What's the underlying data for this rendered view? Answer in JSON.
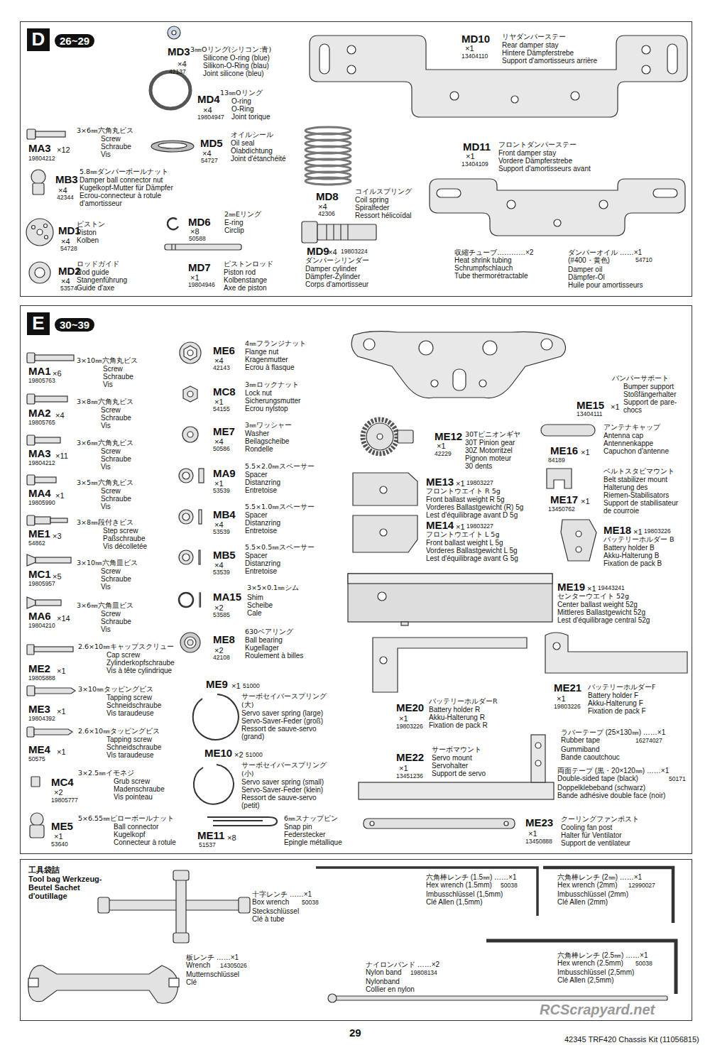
{
  "diagram": {
    "nodes": [
      {
        "text": [
          "D",
          "26~29"
        ]
      },
      {
        "text": [
          "E",
          "30~39"
        ]
      },
      {
        "text": [
          "工具袋詰",
          "Tool bag Werkzeug-Beutel Sachet d'outillage"
        ]
      }
    ],
    "labels": [
      "MD3",
      "×4",
      "42137",
      "3㎜Oリング(シリコン:青)",
      "Silicone O-ring (blue)",
      "Silikon-O-Ring (blau)",
      "Joint silicone (bleu)",
      "MD4",
      "×4",
      "19804947",
      "13㎜Oリング",
      "O-ring",
      "O-Ring",
      "Joint torique",
      "MA3",
      "×12",
      "19804212",
      "3×6㎜六角丸ビス",
      "Screw",
      "Schraube",
      "Vis",
      "MD5",
      "×4",
      "54727",
      "オイルシール",
      "Oil seal",
      "Ölabdichtung",
      "Joint d'étanchéité",
      "MB3",
      "×4",
      "42344",
      "5.8㎜ダンパーボールナット",
      "Damper ball connector nut",
      "Kugelkopf-Mutter für Dämpfer",
      "Ecrou-connecteur à rotule",
      "d'amortisseur",
      "MD1",
      "×4",
      "54728",
      "ピストン",
      "Piston",
      "Kolben",
      "MD6",
      "×8",
      "50588",
      "2㎜Eリング",
      "E-ring",
      "Circlip",
      "MD8",
      "×4",
      "42306",
      "コイルスプリング",
      "Coil spring",
      "Spiralfeder",
      "Ressort hélicoïdal",
      "MD2",
      "×4",
      "53574",
      "ロッドガイド",
      "Rod guide",
      "Stangenführung",
      "Guide d'axe",
      "MD7",
      "×1",
      "19804946",
      "ピストンロッド",
      "Piston rod",
      "Kolbenstange",
      "Axe de piston",
      "MD9",
      "×4",
      "19803224",
      "ダンパーシリンダー",
      "Damper cylinder",
      "Dämpfer-Zylinder",
      "Corps d'amortisseur",
      "MD10",
      "×1",
      "13404110",
      "リヤダンパーステー",
      "Rear damper stay",
      "Hintere Dämpferstrebe",
      "Support d'amortisseurs arrière",
      "MD11",
      "×1",
      "13404109",
      "フロントダンパーステー",
      "Front damper stay",
      "Vordere Dämpferstrebe",
      "Support d'amortisseurs avant",
      "収縮チューブ…………×2",
      "Heat shrink tubing",
      "Schrumpfschlauch",
      "Tube thermorétractable",
      "ダンパーオイル ……×1",
      "(#400・黄色)",
      "54710",
      "Damper oil",
      "Dämpfer-Öl",
      "Huile pour amortisseurs",
      "MA1",
      "×6",
      "19805763",
      "3×10㎜六角丸ビス",
      "Screw",
      "Schraube",
      "Vis",
      "MA2",
      "×4",
      "19805765",
      "3×8㎜六角丸ビス",
      "Screw",
      "Schraube",
      "Vis",
      "MA3",
      "×11",
      "19804212",
      "3×6㎜六角丸ビス",
      "Screw",
      "Schraube",
      "Vis",
      "MA4",
      "×1",
      "19805990",
      "3×5㎜六角丸ビス",
      "Screw",
      "Schraube",
      "Vis",
      "ME1",
      "×3",
      "54862",
      "3×8㎜段付きビス",
      "Step screw",
      "Paßschraube",
      "Vis décolletée",
      "MC1",
      "×5",
      "19805957",
      "3×10㎜六角皿ビス",
      "Screw",
      "Schraube",
      "Vis",
      "MA6",
      "×14",
      "19804210",
      "3×6㎜六角皿ビス",
      "Screw",
      "Schraube",
      "Vis",
      "ME2",
      "×1",
      "19805888",
      "2.6×10㎜キャップスクリュー",
      "Cap screw",
      "Zylinderkopfschraube",
      "Vis à tête cylindrique",
      "ME3",
      "×1",
      "19804392",
      "3×10㎜タッピングビス",
      "Tapping screw",
      "Schneidschraube",
      "Vis taraudeuse",
      "ME4",
      "×1",
      "50575",
      "2.6×10㎜タッピングビス",
      "Tapping screw",
      "Schneidschraube",
      "Vis taraudeuse",
      "MC4",
      "×2",
      "19805777",
      "3×2.5㎜イモネジ",
      "Grub screw",
      "Madenschraube",
      "Vis pointeau",
      "ME5",
      "×1",
      "53640",
      "5×6.55㎜ピローボールナット",
      "Ball connector",
      "Kugelkopf",
      "Connecteur à rotule",
      "ME6",
      "×4",
      "42143",
      "4㎜フランジナット",
      "Flange nut",
      "Kragenmutter",
      "Ecrou à flasque",
      "MC8",
      "×1",
      "54155",
      "3㎜ロックナット",
      "Lock nut",
      "Sicherungsmutter",
      "Ecrou nylstop",
      "ME7",
      "×4",
      "50586",
      "3㎜ワッシャー",
      "Washer",
      "Beilagscheibe",
      "Rondelle",
      "MA9",
      "×1",
      "53539",
      "5.5×2.0㎜スペーサー",
      "Spacer",
      "Distanzring",
      "Entretoise",
      "MB4",
      "×4",
      "53539",
      "5.5×1.0㎜スペーサー",
      "Spacer",
      "Distanzring",
      "Entretoise",
      "MB5",
      "×4",
      "53539",
      "5.5×0.5㎜スペーサー",
      "Spacer",
      "Distanzring",
      "Entretoise",
      "MA15",
      "×2",
      "53585",
      "3×5×0.1㎜シム",
      "Shim",
      "Scheibe",
      "Cale",
      "ME8",
      "×2",
      "42108",
      "630ベアリング",
      "Ball bearing",
      "Kugellager",
      "Roulement à billes",
      "ME9",
      "×1",
      "51000",
      "サーボセイバースプリング",
      "(大)",
      "Servo saver spring (large)",
      "Servo-Saver-Feder (groß)",
      "Ressort de sauve-servo",
      "(grand)",
      "ME10",
      "×2",
      "51000",
      "サーボセイバースプリング",
      "(小)",
      "Servo saver spring (small)",
      "Servo-Saver-Feder (klein)",
      "Ressort de sauve-servo",
      "(petit)",
      "ME11",
      "×8",
      "51537",
      "6㎜スナップピン",
      "Snap pin",
      "Federstecker",
      "Epingle métallique",
      "ME15",
      "×1",
      "13404111",
      "バンパーサポート",
      "Bumper support",
      "Stoßfängerhalter",
      "Support de pare-",
      "chocs",
      "ME12",
      "×1",
      "42229",
      "30Tピニオンギヤ",
      "30T Pinion gear",
      "30Z Motorritzel",
      "Pignon moteur",
      "30 dents",
      "ME16",
      "×1",
      "84189",
      "アンテナキャップ",
      "Antenna cap",
      "Antennenkappe",
      "Capuchon d'antenne",
      "ME13",
      "×1",
      "19803227",
      "フロントウエイト R 5g",
      "Front ballast weight R 5g",
      "Vorderes Ballastgewicht (R) 5g",
      "Lest d'équilibrage avant D 5g",
      "ME17",
      "×1",
      "13450762",
      "ベルトスタビマウント",
      "Belt stabilizer mount",
      "Halterung des",
      "Riemen-Stabilisators",
      "Support de stabilisateur",
      "de courroie",
      "ME14",
      "×1",
      "19803227",
      "フロントウエイト L 5g",
      "Front ballast weight L 5g",
      "Vorderes Ballastgewicht L 5g",
      "Lest d'équilibrage avant G 5g",
      "ME18",
      "×1",
      "19803226",
      "バッテリーホルダー B",
      "Battery holder B",
      "Akku-Halterung B",
      "Fixation de pack B",
      "ME19",
      "×1",
      "19443241",
      "センターウエイト 52g",
      "Center ballast weight 52g",
      "Mittleres Ballastgewicht 52g",
      "Lest d'équilibrage central 52g",
      "ME20",
      "×1",
      "19803226",
      "バッテリーホルダーR",
      "Battery holder R",
      "Akku-Halterung R",
      "Fixation de pack R",
      "ME21",
      "×1",
      "19803226",
      "バッテリーホルダーF",
      "Battery holder F",
      "Akku-Halterung F",
      "Fixation de pack F",
      "ラバーテープ (25×130㎜) ……×1",
      "Rubber tape",
      "16274027",
      "Gummiband",
      "Bande caoutchouc",
      "ME22",
      "×1",
      "13451236",
      "サーボマウント",
      "Servo mount",
      "Servohalter",
      "Support de servo",
      "両面テープ (黒・20×120㎜) ……×1",
      "Double-sided tape (black)",
      "50171",
      "Doppelklebeband (schwarz)",
      "Bande adhésive double face (noir)",
      "ME23",
      "×1",
      "13450888",
      "クーリングファンポスト",
      "Cooling fan post",
      "Halter für Ventilator",
      "Support de ventilateur",
      "十字レンチ ……×1",
      "Box wrench",
      "50038",
      "Steckschlüssel",
      "Clé à tube",
      "六角棒レンチ (1.5㎜) ……×1",
      "Hex wrench (1.5mm)",
      "50038",
      "Imbusschlüssel (1,5mm)",
      "Clé Allen (1,5mm)",
      "六角棒レンチ (2㎜) ……×1",
      "Hex wrench (2mm)",
      "12990027",
      "Imbusschlüssel (2mm)",
      "Clé Allen (2mm)",
      "六角棒レンチ (2.5㎜) ……×1",
      "Hex wrench (2.5mm)",
      "50038",
      "Imbusschlüssel (2,5mm)",
      "Clé Allen (2,5mm)",
      "板レンチ ……×1",
      "Wrench",
      "14305026",
      "Mutternschlüssel",
      "Clé",
      "ナイロンバンド ……×2",
      "Nylon band",
      "19808134",
      "Nylonband",
      "Collier en nylon",
      "RCScrapyard.net",
      "29",
      "42345 TRF420 Chassis Kit (11056815)"
    ]
  }
}
